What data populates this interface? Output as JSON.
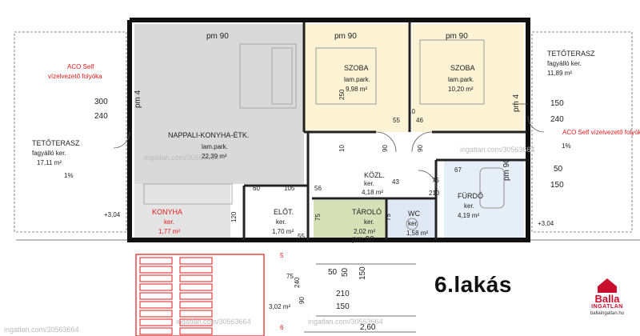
{
  "flat_title": "6.lakás",
  "logo": {
    "name": "Balla",
    "sub": "INGATLAN",
    "url": "ballaingatlan.hu"
  },
  "watermarks": [
    "ingatlan.com/30563664",
    "ingatlan.com/30563664",
    "ingatlan.com/30563664",
    "ingatlan.com/30563664",
    "ingatlan.com/30563664"
  ],
  "rooms": {
    "nappali": {
      "name": "NAPPALI-KONYHA-ÉTK.",
      "floor": "lam.park.",
      "area": "22,39 m²"
    },
    "szoba1": {
      "name": "SZOBA",
      "floor": "lam.park.",
      "area": "9,98 m²"
    },
    "szoba2": {
      "name": "SZOBA",
      "floor": "lam.park.",
      "area": "10,20 m²"
    },
    "konyha": {
      "name": "KONYHA",
      "floor": "ker.",
      "area": "1,77 m²"
    },
    "eloter": {
      "name": "ELŐT.",
      "floor": "ker.",
      "area": "1,70 m²"
    },
    "tarolo": {
      "name": "TÁROLÓ",
      "floor": "ker.",
      "area": "2,02 m²"
    },
    "wc": {
      "name": "WC",
      "floor": "ker.",
      "area": "1,58 m²"
    },
    "kozl": {
      "name": "KÖZL.",
      "floor": "ker.",
      "area": "4,18 m²"
    },
    "furdo": {
      "name": "FÜRDŐ",
      "floor": "ker.",
      "area": "4,19 m²"
    },
    "terasz_left": {
      "name": "TETŐTERASZ",
      "floor": "fagyálló ker.",
      "area": "17,11 m²"
    },
    "terasz_right": {
      "name": "TETŐTERASZ",
      "floor": "fagyálló ker.",
      "area": "11,89 m²"
    },
    "lepcso": {
      "area": "3,02 m²"
    }
  },
  "notes": {
    "aco_left_1": "ACO Self",
    "aco_left_2": "vízelvezető folyóka",
    "aco_right": "ACO Self vízelvezető folyóka"
  },
  "levels": {
    "left": "+3,04",
    "right": "+3,04"
  },
  "slopes": [
    "1%",
    "1%"
  ],
  "dims": {
    "pm90_a": "pm 90",
    "pm90_b": "pm 90",
    "pm90_c": "pm 90",
    "pm90_d": "pm 90",
    "pm90_e": "pm 90",
    "pm4_a": "pm 4",
    "pm4_b": "pm 4",
    "w300": "300",
    "w240": "240",
    "w150": "150",
    "w240b": "240",
    "w50": "50",
    "w150b": "150",
    "d250": "250",
    "d55": "55",
    "d46": "46",
    "d10": "10",
    "d90a": "90",
    "d90b": "90",
    "d43": "43",
    "d75a": "75",
    "d210a": "210",
    "d67": "67",
    "d60": "60",
    "d105": "105",
    "d56": "56",
    "d120": "120",
    "d75b": "75",
    "d75c": "75",
    "d10b": "10",
    "d50a": "50",
    "d55b": "55",
    "d50b": "50",
    "d150": "150",
    "d210b": "210",
    "d150c": "150",
    "d260": "2,60",
    "d240": "240",
    "d90c": "90",
    "d75d": "75",
    "d5": "5",
    "d6": "6"
  }
}
